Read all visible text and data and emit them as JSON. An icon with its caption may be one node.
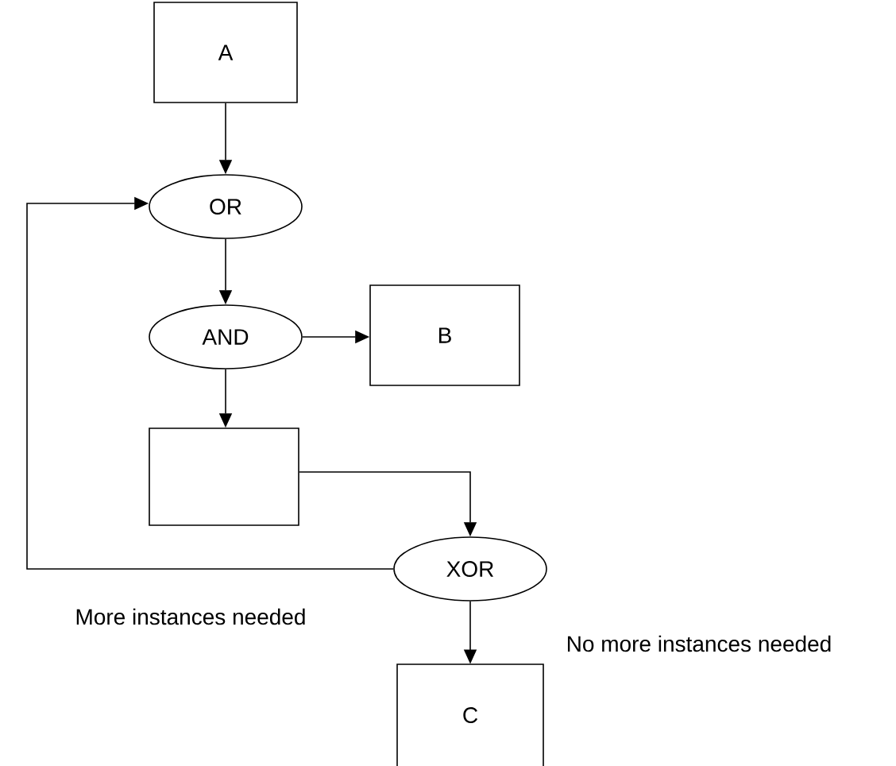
{
  "diagram": {
    "nodes": [
      {
        "text": [
          "A"
        ]
      },
      {
        "text": [
          "OR"
        ]
      },
      {
        "text": [
          "AND"
        ]
      },
      {
        "text": [
          "B"
        ]
      },
      {
        "text": [],
        "shape": "box"
      },
      {
        "text": [
          "XOR"
        ]
      },
      {
        "text": [
          "C"
        ]
      }
    ],
    "edges": [
      {
        "from": 0,
        "to": 1,
        "arrow": "to"
      },
      {
        "from": 1,
        "to": 2,
        "arrow": "to"
      },
      {
        "from": 2,
        "to": 3,
        "arrow": "to"
      },
      {
        "from": 2,
        "to": 4,
        "arrow": "to"
      },
      {
        "from": 4,
        "to": 5,
        "arrow": "to"
      },
      {
        "from": 5,
        "to": 1,
        "arrow": "to",
        "label": "More instances needed"
      },
      {
        "from": 5,
        "to": 6,
        "arrow": "to",
        "label": "No more instances needed"
      }
    ]
  }
}
